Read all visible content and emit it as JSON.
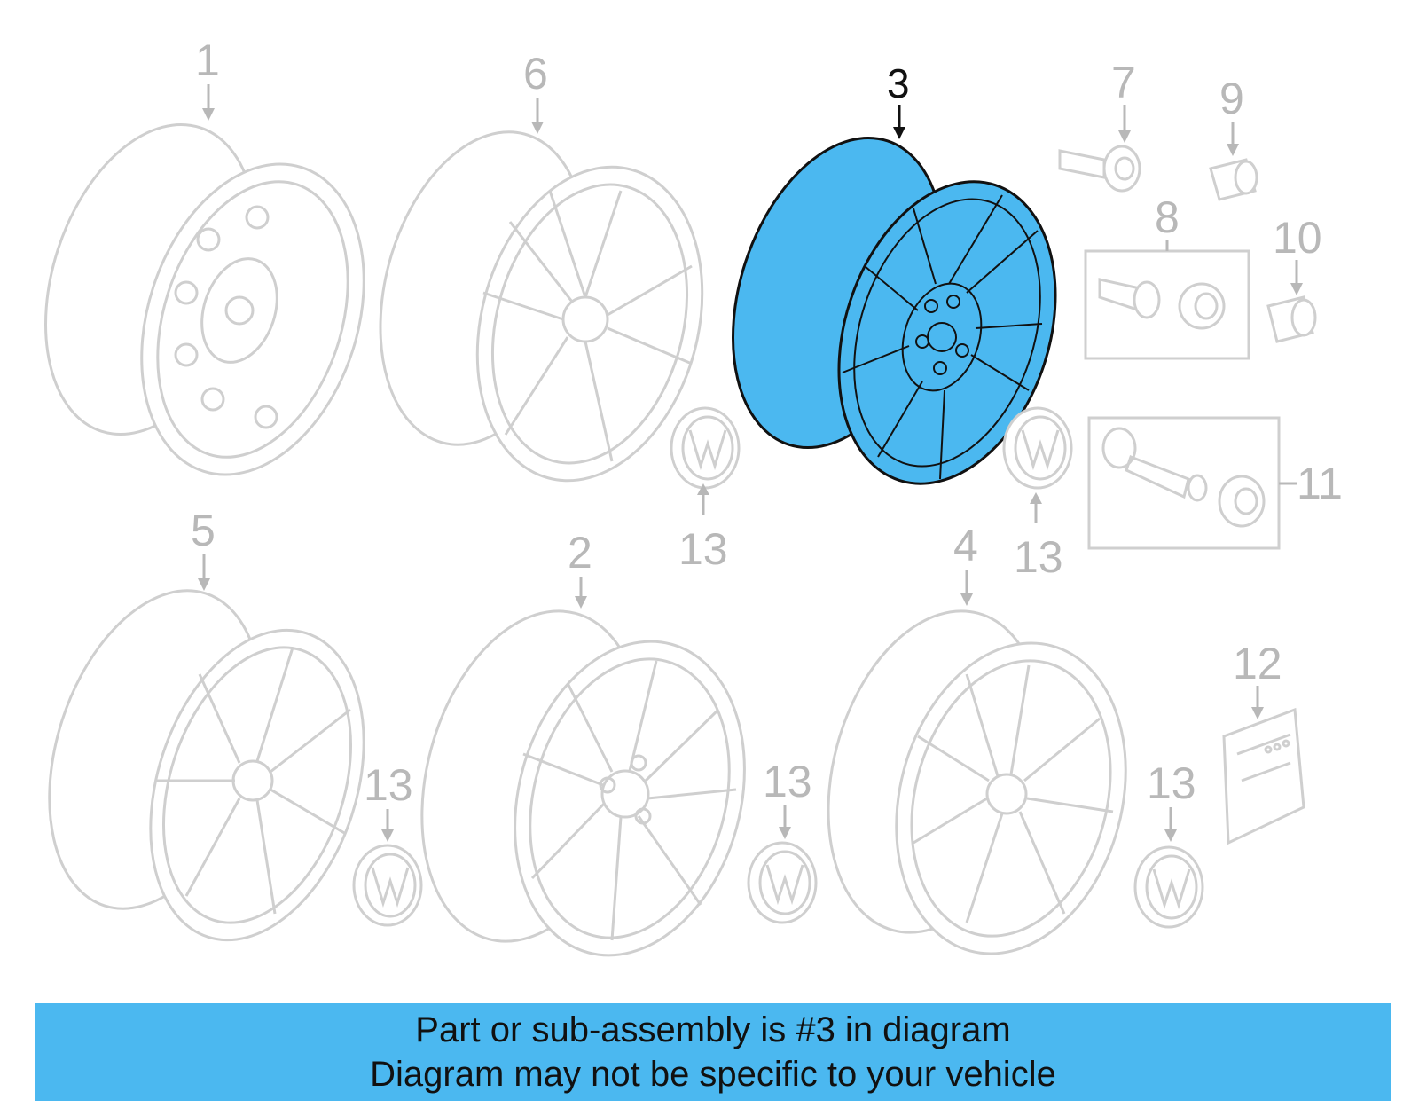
{
  "callouts": {
    "c1": "1",
    "c2": "2",
    "c3": "3",
    "c4": "4",
    "c5": "5",
    "c6": "6",
    "c7": "7",
    "c8": "8",
    "c9": "9",
    "c10": "10",
    "c11": "11",
    "c12": "12",
    "c13": "13"
  },
  "highlighted_part": "3",
  "colors": {
    "highlight": "#4bb8f0",
    "outline": "#cfcfcf",
    "callout": "#b8b8b8",
    "text": "#111111"
  },
  "banner": {
    "line1": "Part or sub-assembly is #3 in diagram",
    "line2": "Diagram may not be specific to your vehicle"
  }
}
